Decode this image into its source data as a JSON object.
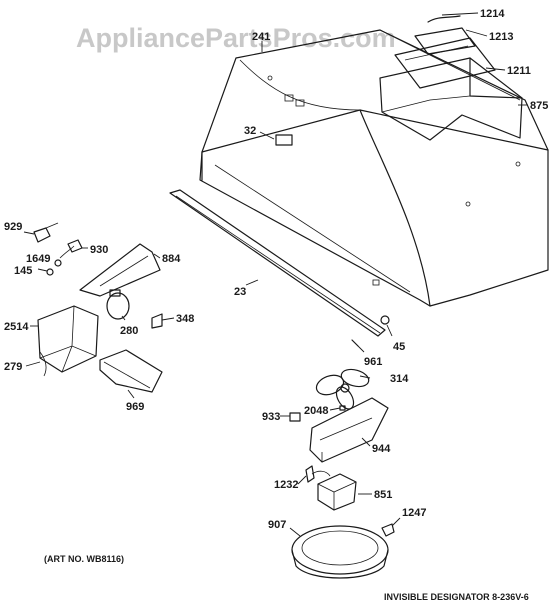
{
  "watermark": "AppliancePartsPros.com",
  "art_number": "(ART NO. WB8116)",
  "footer_fragment": "INVISIBLE DESIGNATOR 8-236V-6",
  "part_labels": {
    "p1214": "1214",
    "p1213": "1213",
    "p1211": "1211",
    "p875": "875",
    "p241": "241",
    "p32": "32",
    "p929": "929",
    "p1649": "1649",
    "p930": "930",
    "p145": "145",
    "p884": "884",
    "p23": "23",
    "p2514": "2514",
    "p279": "279",
    "p280": "280",
    "p348": "348",
    "p45": "45",
    "p961": "961",
    "p969": "969",
    "p314": "314",
    "p933": "933",
    "p2048": "2048",
    "p944": "944",
    "p1232": "1232",
    "p851": "851",
    "p907": "907",
    "p1247": "1247"
  }
}
